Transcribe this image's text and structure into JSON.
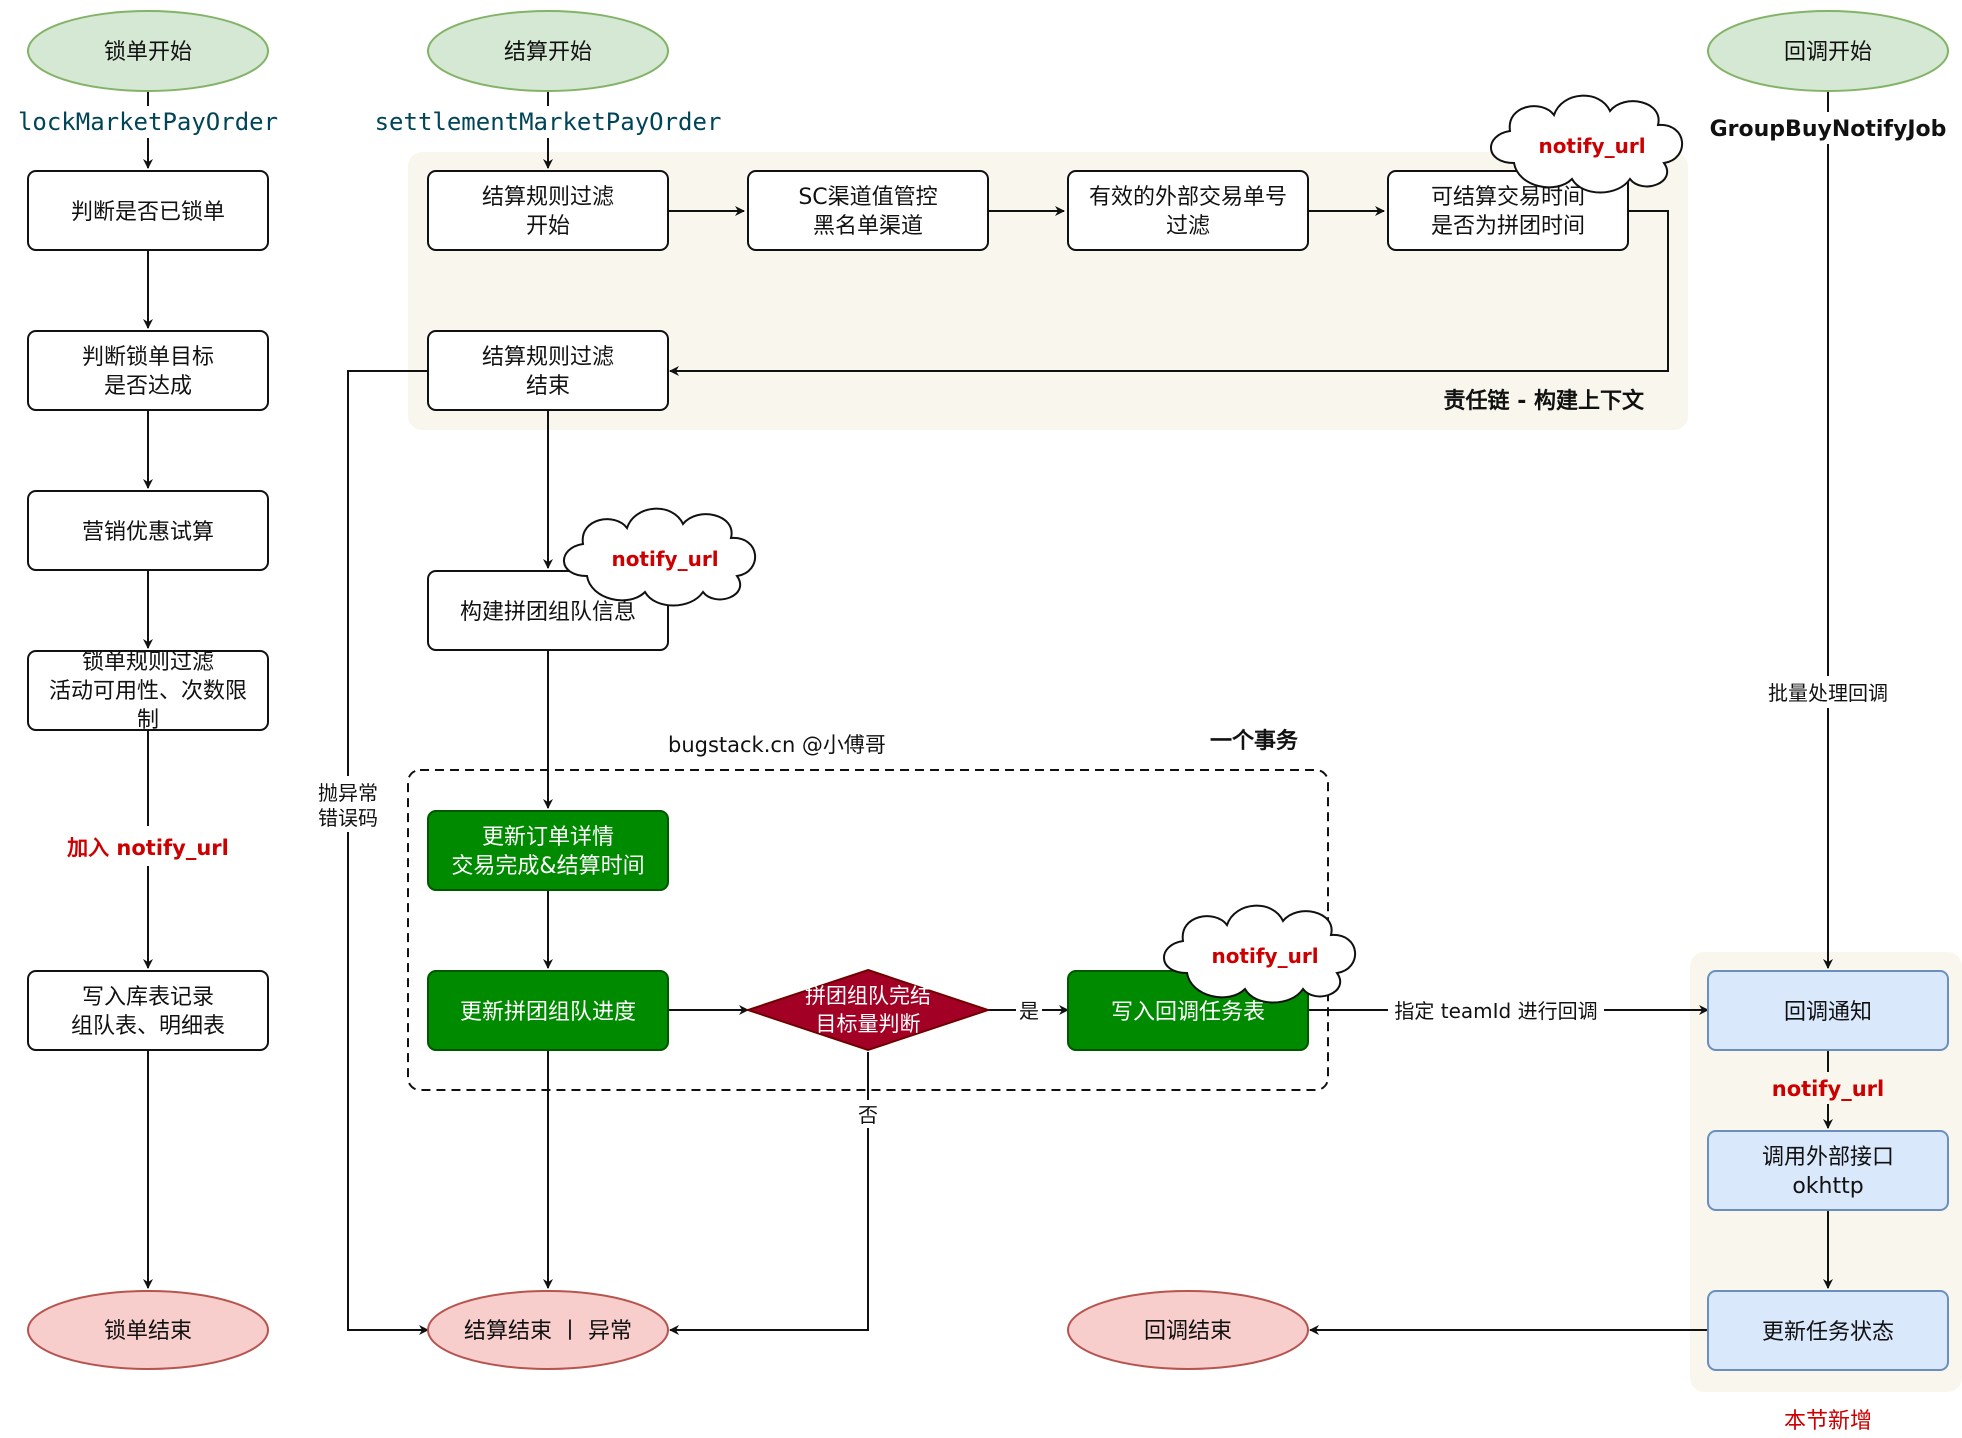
{
  "lock_flow": {
    "start": "锁单开始",
    "method": "lockMarketPayOrder",
    "step1": "判断是否已锁单",
    "step2": [
      "判断锁单目标",
      "是否达成"
    ],
    "step3": "营销优惠试算",
    "step4": [
      "锁单规则过滤",
      "活动可用性、次数限",
      "制"
    ],
    "add_notify_label": "加入 notify_url",
    "step5": [
      "写入库表记录",
      "组队表、明细表"
    ],
    "end": "锁单结束"
  },
  "settle_flow": {
    "start": "结算开始",
    "method": "settlementMarketPayOrder",
    "chain_label": "责任链 - 构建上下文",
    "filter_start": [
      "结算规则过滤",
      "开始"
    ],
    "filter_sc": [
      "SC渠道值管控",
      "黑名单渠道"
    ],
    "filter_outer": [
      "有效的外部交易单号",
      "过滤"
    ],
    "filter_time": [
      "可结算交易时间",
      "是否为拼团时间"
    ],
    "filter_end": [
      "结算规则过滤",
      "结束"
    ],
    "build_team": "构建拼团组队信息",
    "exception_label": [
      "抛异常",
      "错误码"
    ],
    "watermark": "bugstack.cn @小傅哥",
    "transaction_label": "一个事务",
    "update_order": [
      "更新订单详情",
      "交易完成&结算时间"
    ],
    "update_progress": "更新拼团组队进度",
    "decision": [
      "拼团组队完结",
      "目标量判断"
    ],
    "yes_label": "是",
    "no_label": "否",
    "write_task": "写入回调任务表",
    "end": "结算结束 丨 异常"
  },
  "callback_flow": {
    "start": "回调开始",
    "job": "GroupBuyNotifyJob",
    "batch_label": "批量处理回调",
    "teamid_label": "指定 teamId 进行回调",
    "notify": "回调通知",
    "notify_url_label": "notify_url",
    "invoke": [
      "调用外部接口",
      "okhttp"
    ],
    "update_status": "更新任务状态",
    "end": "回调结束",
    "new_section_label": "本节新增"
  },
  "cloud_label": "notify_url",
  "colors": {
    "start_fill": "#d5e8d4",
    "start_stroke": "#82b366",
    "end_fill": "#f8cecc",
    "end_stroke": "#b85450",
    "green_fill": "#008a00",
    "green_stroke": "#005700",
    "decision_fill": "#a20025",
    "decision_stroke": "#6f0000",
    "blue_fill": "#dae8fc",
    "blue_stroke": "#6c8ebf",
    "zone_fill": "#f9f7ed",
    "method_color": "#004458",
    "accent_red": "#cc0000"
  }
}
